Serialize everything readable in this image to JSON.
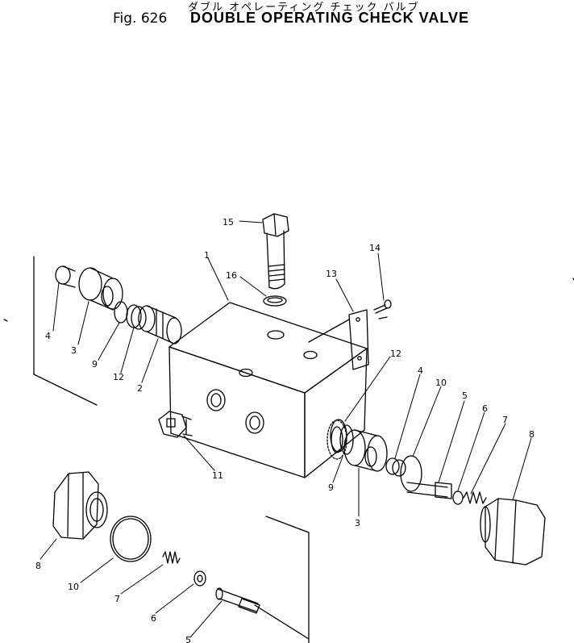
{
  "header": {
    "japanese_title": "ダブル オペレーティング チェック バルブ",
    "figure_number": "Fig. 626",
    "title": "DOUBLE OPERATING CHECK VALVE"
  },
  "callouts": [
    {
      "id": "c15",
      "text": "15"
    },
    {
      "id": "c14",
      "text": "14"
    },
    {
      "id": "c16",
      "text": "16"
    },
    {
      "id": "c13",
      "text": "13"
    },
    {
      "id": "c1",
      "text": "1"
    },
    {
      "id": "c4a",
      "text": "4"
    },
    {
      "id": "c3a",
      "text": "3"
    },
    {
      "id": "c9a",
      "text": "9"
    },
    {
      "id": "c12a",
      "text": "12"
    },
    {
      "id": "c2",
      "text": "2"
    },
    {
      "id": "c12b",
      "text": "12"
    },
    {
      "id": "c4b",
      "text": "4"
    },
    {
      "id": "c10a",
      "text": "10"
    },
    {
      "id": "c5a",
      "text": "5"
    },
    {
      "id": "c6a",
      "text": "6"
    },
    {
      "id": "c7a",
      "text": "7"
    },
    {
      "id": "c8a",
      "text": "8"
    },
    {
      "id": "c11",
      "text": "11"
    },
    {
      "id": "c9b",
      "text": "9"
    },
    {
      "id": "c3b",
      "text": "3"
    },
    {
      "id": "c8b",
      "text": "8"
    },
    {
      "id": "c10b",
      "text": "10"
    },
    {
      "id": "c7b",
      "text": "7"
    },
    {
      "id": "c6b",
      "text": "6"
    },
    {
      "id": "c5b",
      "text": "5"
    }
  ]
}
